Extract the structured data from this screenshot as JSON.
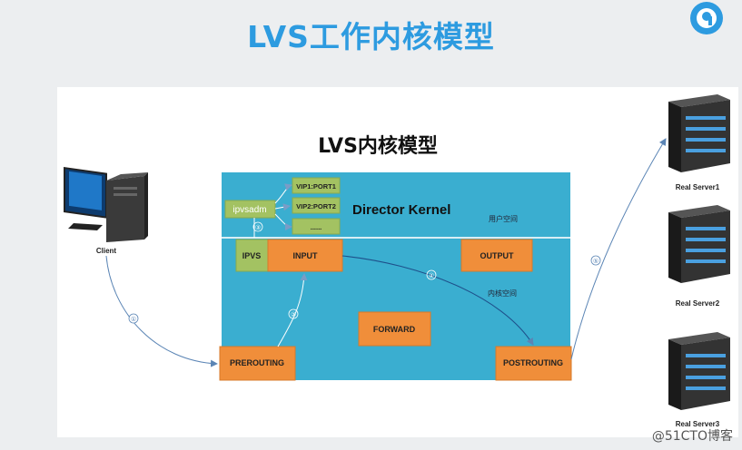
{
  "page": {
    "title": "LVS工作内核模型"
  },
  "diagram": {
    "title": "LVS内核模型",
    "kernel_label": "Director Kernel",
    "user_space_label": "用户空间",
    "kernel_space_label": "内核空间",
    "ipvsadm_label": "ipvsadm",
    "vip_rules": [
      "VIP1:PORT1",
      "VIP2:PORT2",
      "......"
    ],
    "ipvs_label": "IPVS",
    "chains": {
      "input": "INPUT",
      "output": "OUTPUT",
      "forward": "FORWARD",
      "prerouting": "PREROUTING",
      "postrouting": "POSTROUTING"
    },
    "client_label": "Client",
    "servers": [
      "Real  Server1",
      "Real  Server2",
      "Real  Server3"
    ],
    "steps": [
      "①",
      "②",
      "③",
      "④",
      "⑤"
    ]
  },
  "colors": {
    "title_blue": "#2d9be0",
    "kernel_teal": "#3aaed0",
    "chain_orange": "#f08e3a",
    "rule_green": "#a3c262"
  },
  "watermark": "@51CTO博客"
}
